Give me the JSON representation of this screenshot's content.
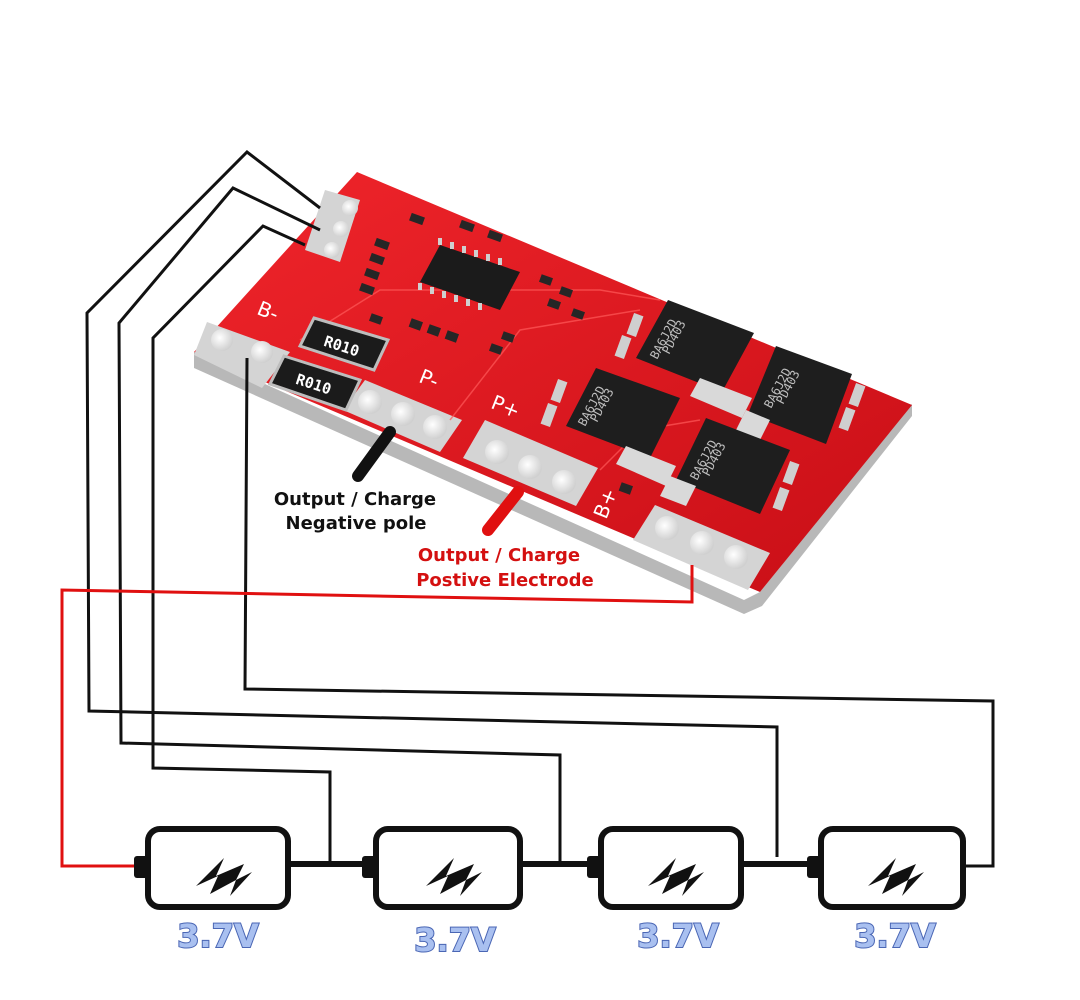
{
  "board": {
    "silkscreen": {
      "b_minus": "B-",
      "p_minus": "P-",
      "p_plus": "P+",
      "b_plus": "B+"
    },
    "shunt_resistors": [
      "R010",
      "R010"
    ],
    "mosfet_markings": [
      [
        "PD403",
        "BA6J2D"
      ],
      [
        "PD403",
        "BA6J2D"
      ],
      [
        "PD403",
        "BA6J2D"
      ],
      [
        "PD403",
        "BA6J2D"
      ]
    ],
    "colors": {
      "pcb": "#e0141c",
      "pad": "#d9d9d9",
      "component": "#1b1b1b",
      "wire_black": "#111111",
      "wire_red": "#e01010"
    }
  },
  "labels": {
    "negative": {
      "line1": "Output / Charge",
      "line2": "Negative pole"
    },
    "positive": {
      "line1": "Output / Charge",
      "line2": "Postive Electrode"
    }
  },
  "batteries": [
    {
      "voltage": "3.7V"
    },
    {
      "voltage": "3.7V"
    },
    {
      "voltage": "3.7V"
    },
    {
      "voltage": "3.7V"
    }
  ]
}
